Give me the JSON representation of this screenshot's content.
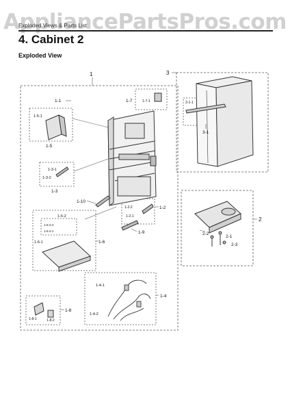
{
  "watermark": "AppliancePartsPros.com",
  "breadcrumb": "Exploded Views & Parts List",
  "title": "4.  Cabinet 2",
  "subtitle": "Exploded View",
  "callouts": {
    "c1": "1",
    "c2": "2",
    "c3": "3",
    "c1_1": "1-1",
    "c1_2": "1-2",
    "c1_2_1": "1-2-1",
    "c1_2_2": "1-2-2",
    "c1_3": "1-3",
    "c1_3_1": "1-3-1",
    "c1_3_2": "1-3-2",
    "c1_4": "1-4",
    "c1_4_1": "1-4-1",
    "c1_4_2": "1-4-2",
    "c1_5": "1-5",
    "c1_5_1": "1-5-1",
    "c1_6": "1-6",
    "c1_6_1": "1-6-1",
    "c1_6_2": "1-6-2",
    "c1_6_2_1": "1-6-2-1",
    "c1_6_2_2": "1-6-2-2",
    "c1_7": "1-7",
    "c1_7_1": "1-7-1",
    "c1_8": "1-8",
    "c1_8_1": "1-8-1",
    "c1_8_2": "1-8-2",
    "c1_9": "1-9",
    "c1_10": "1-10",
    "c2_1": "2-1",
    "c2_2": "2-2",
    "c2_3": "2-3",
    "c3_1": "3-1",
    "c3_1_1": "3-1-1"
  }
}
